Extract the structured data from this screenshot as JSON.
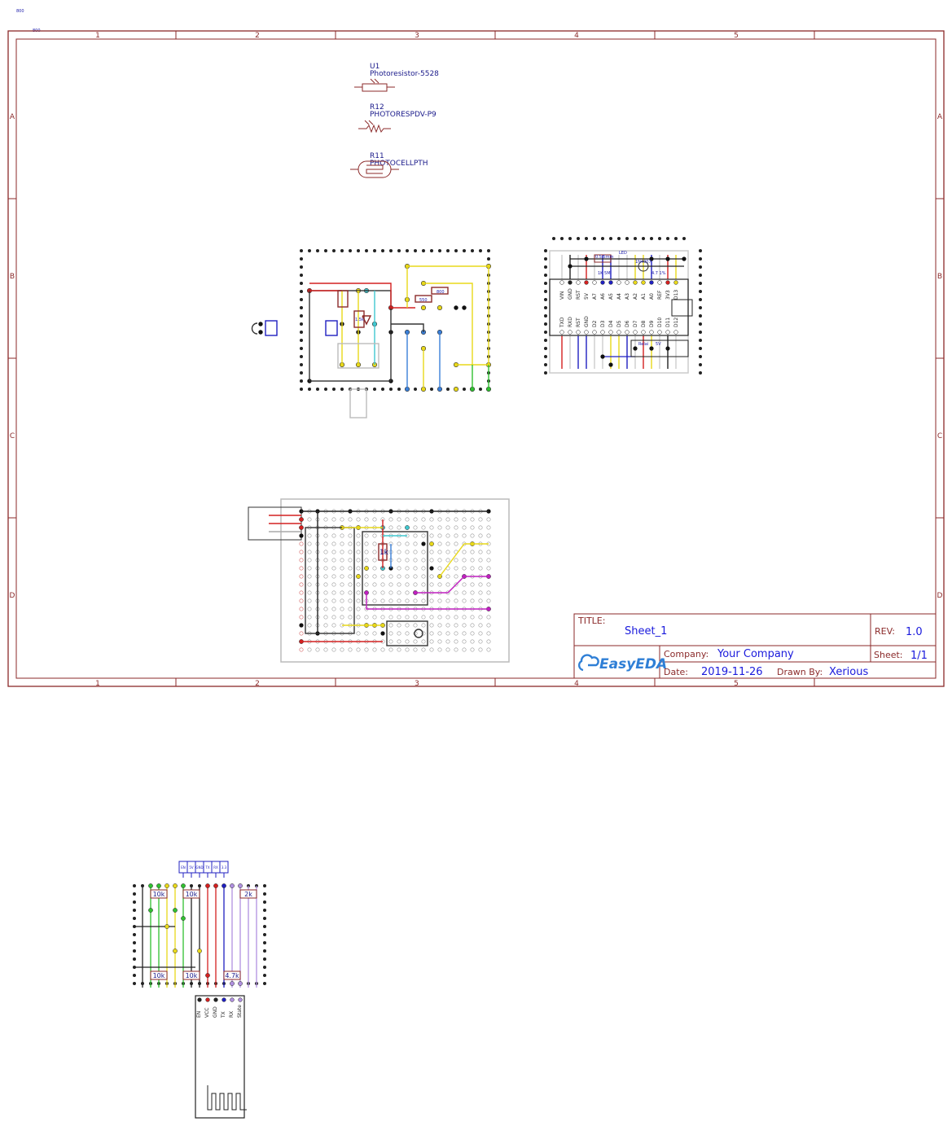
{
  "top_labels": [
    "800",
    "800"
  ],
  "frame": {
    "columns": [
      "1",
      "2",
      "3",
      "4",
      "5"
    ],
    "rows": [
      "A",
      "B",
      "C",
      "D"
    ]
  },
  "components": [
    {
      "ref": "U1",
      "value": "Photoresistor-5528"
    },
    {
      "ref": "R12",
      "value": "PHOTORESPDV-P9"
    },
    {
      "ref": "R11",
      "value": "PHOTOCELLPTH"
    }
  ],
  "board1": {
    "resistor_labels": [
      "800",
      "550",
      "1.5k"
    ]
  },
  "arduino": {
    "top_pins": [
      "VIN",
      "GND",
      "RST",
      "5V",
      "A7",
      "A6",
      "A5",
      "A4",
      "A3",
      "A2",
      "A1",
      "A0",
      "REF",
      "3V3",
      "D13"
    ],
    "bottom_pins": [
      "TXD",
      "RXD",
      "RST",
      "GND",
      "D2",
      "D3",
      "D4",
      "D5",
      "D6",
      "D7",
      "D8",
      "D9",
      "D10",
      "D11",
      "D12"
    ],
    "small_labels": [
      "0.5 5mm",
      "LED",
      "1N4007",
      "1K 5M",
      "4.7 1%"
    ],
    "relay_labels": [
      "Relai",
      "5V"
    ]
  },
  "board3": {
    "resistor_label": "1k"
  },
  "title_block": {
    "title_label": "TITLE:",
    "title_value": "Sheet_1",
    "rev_label": "REV:",
    "rev_value": "1.0",
    "company_label": "Company:",
    "company_value": "Your Company",
    "sheet_label": "Sheet:",
    "sheet_value": "1/1",
    "date_label": "Date:",
    "date_value": "2019-11-26",
    "drawn_label": "Drawn By:",
    "drawn_value": "Xerious",
    "logo_text": "EasyEDA"
  },
  "bt_board": {
    "header_labels": [
      "EN",
      "5V",
      "GND",
      "TX",
      "RX",
      "3.3"
    ],
    "resistor_labels": [
      "10k",
      "10k",
      "2k",
      "10k",
      "10k",
      "4.7k"
    ],
    "module_pins": [
      "EN",
      "VCC",
      "GND",
      "TX",
      "RX",
      "State"
    ]
  },
  "colors": {
    "frame": "#8b2a2a",
    "ink": "#1a1a8a",
    "title_value": "#1a1adc",
    "logo": "#2f7fd6",
    "wire_red": "#d42020",
    "wire_yellow": "#e8d81a",
    "wire_blue": "#3a7fd8",
    "wire_green": "#30c030",
    "wire_magenta": "#c020c0",
    "wire_cyan": "#40c8d0",
    "wire_lilac": "#b090e0"
  }
}
